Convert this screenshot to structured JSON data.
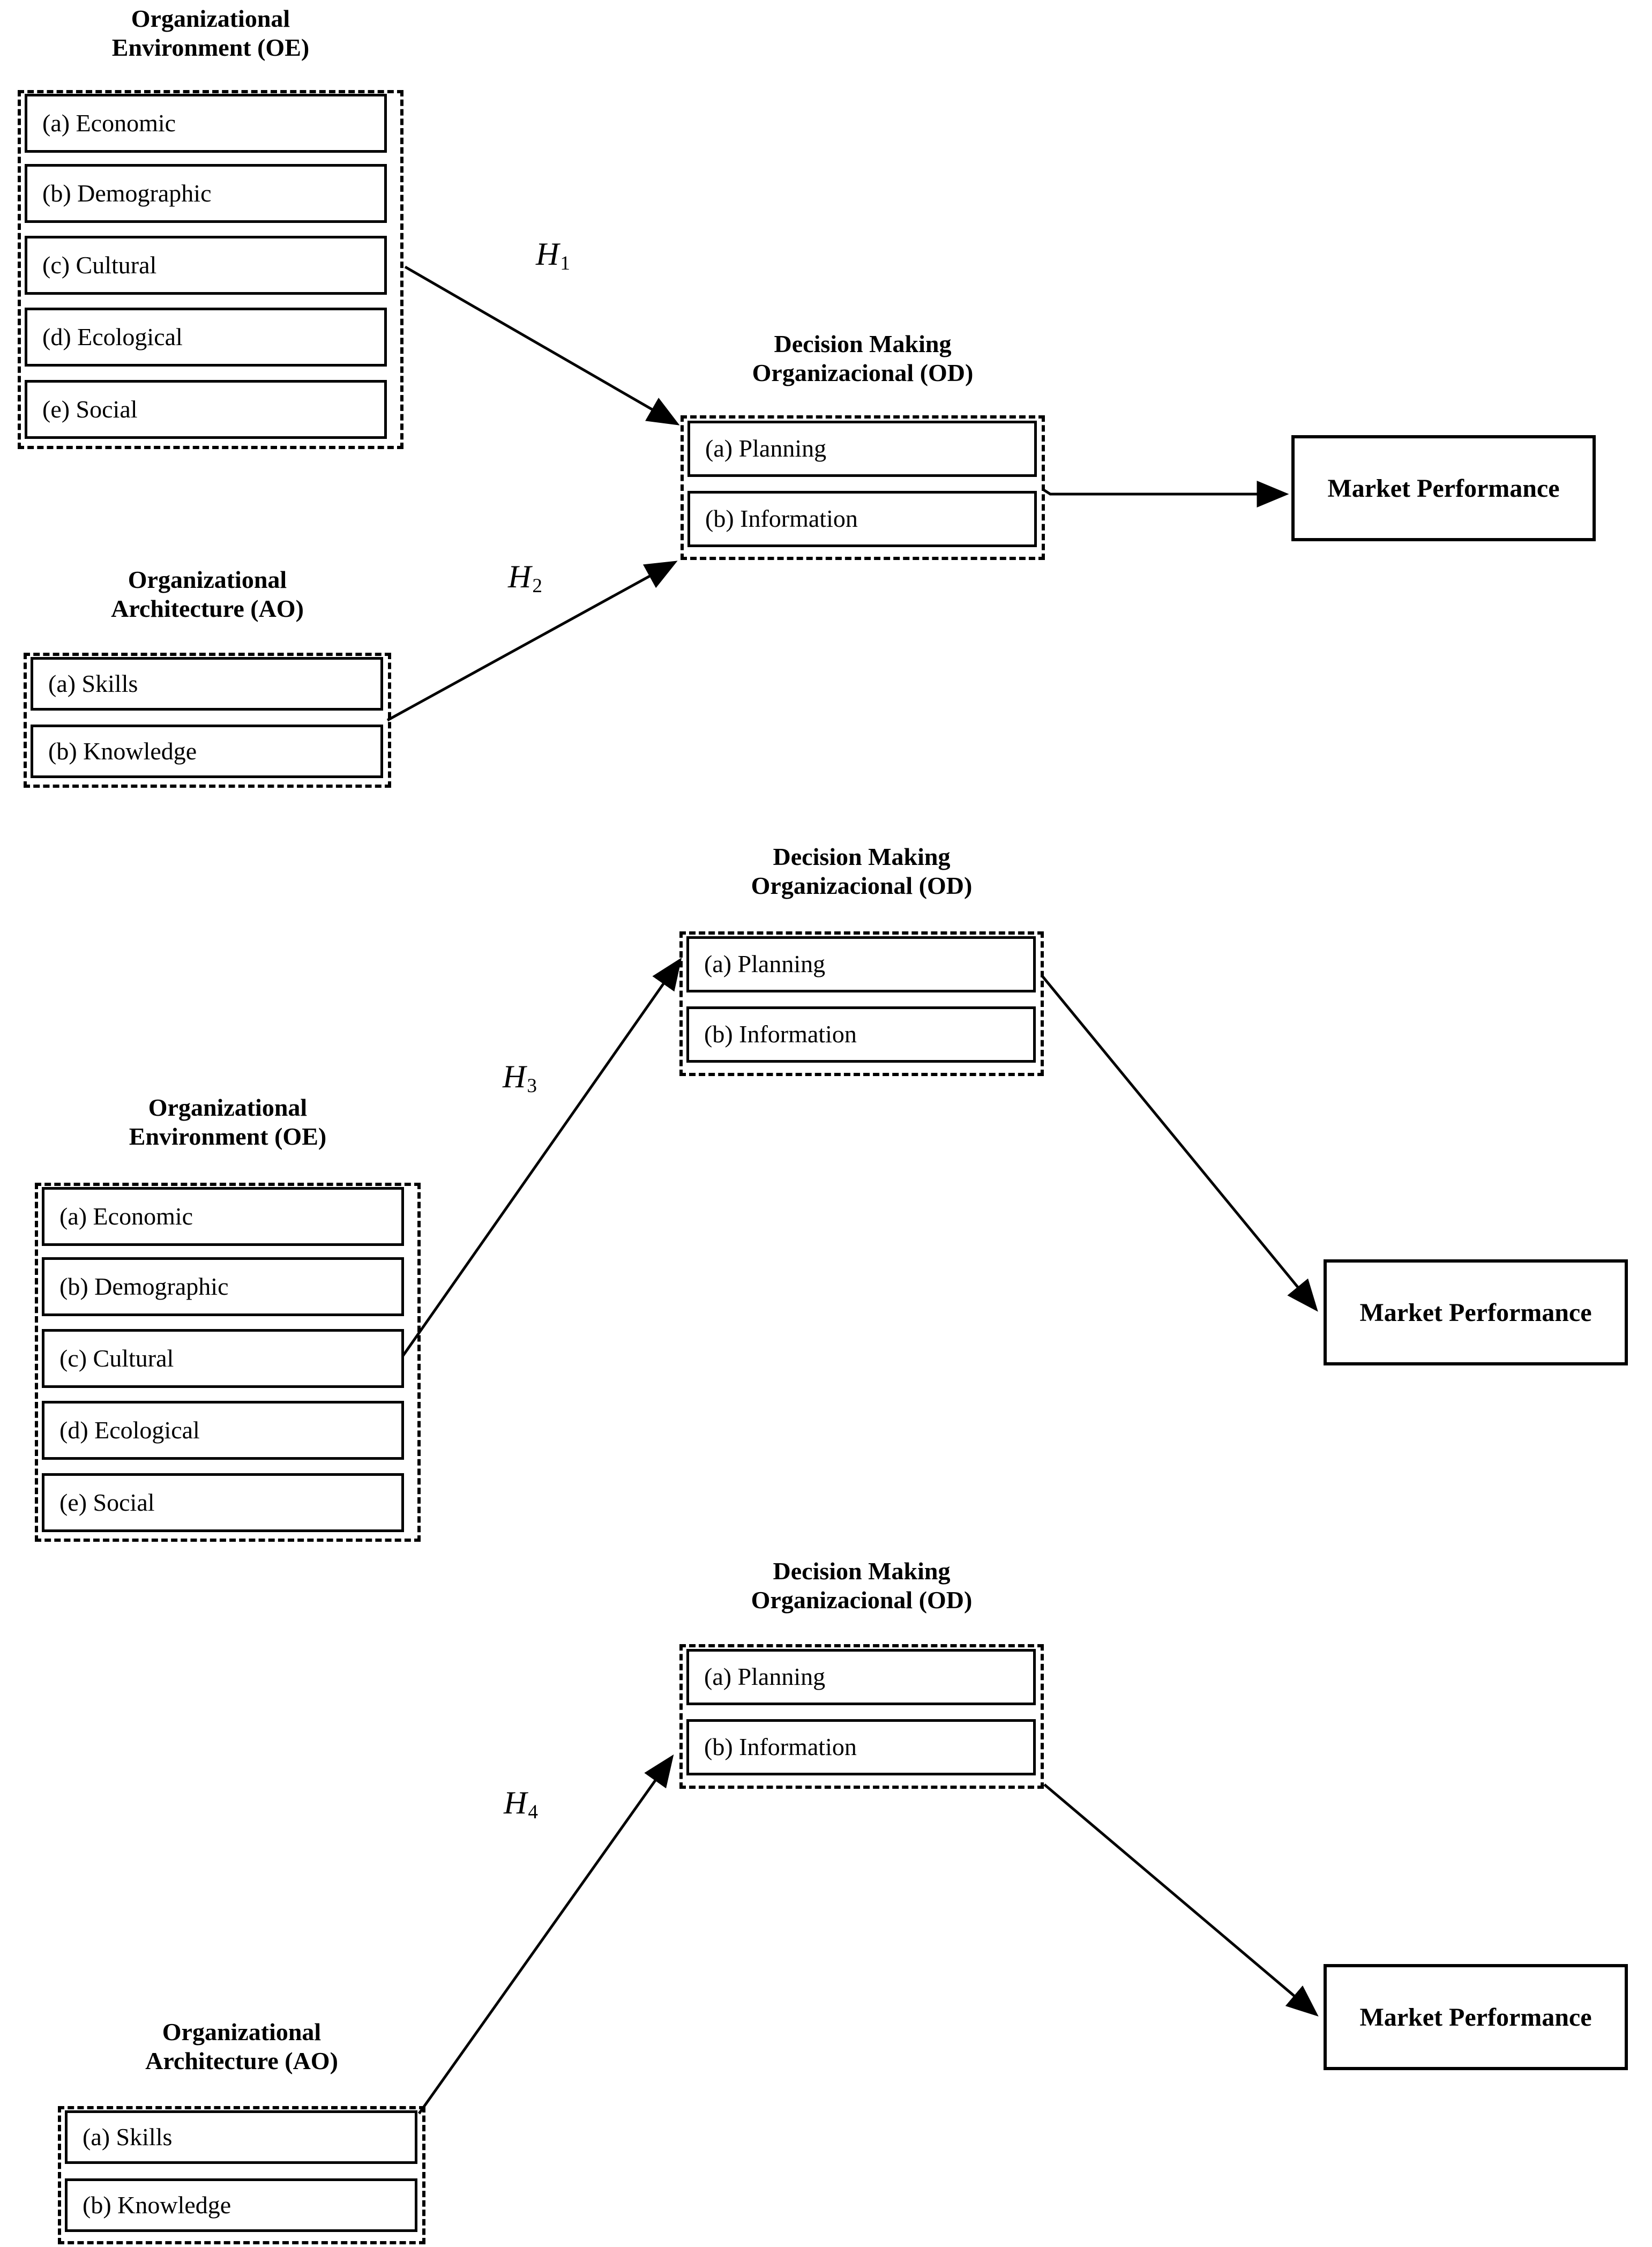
{
  "figure": {
    "type": "conceptual-model-diagram",
    "accent_color": "#000000",
    "background_color": "#ffffff"
  },
  "captions": {
    "organizational_environment_line1": "Organizational",
    "organizational_environment_line2": "Environment (OE)",
    "organizational_architecture_line1": "Organizational",
    "organizational_architecture_line2": "Architecture (AO)",
    "decision_making_line1": "Decision Making",
    "decision_making_line2": "Organizacional (OD)"
  },
  "oe_items": [
    "(a) Economic",
    "(b) Demographic",
    "(c) Cultural",
    "(d) Ecological",
    "(e) Social"
  ],
  "ao_items": [
    "(a) Skills",
    "(b) Knowledge"
  ],
  "od_items": [
    "(a) Planning",
    "(b) Information"
  ],
  "market_performance": "Market Performance",
  "hypotheses": {
    "h1": {
      "letter": "H",
      "index": "1"
    },
    "h2": {
      "letter": "H",
      "index": "2"
    },
    "h3": {
      "letter": "H",
      "index": "3"
    },
    "h4": {
      "letter": "H",
      "index": "4"
    }
  }
}
